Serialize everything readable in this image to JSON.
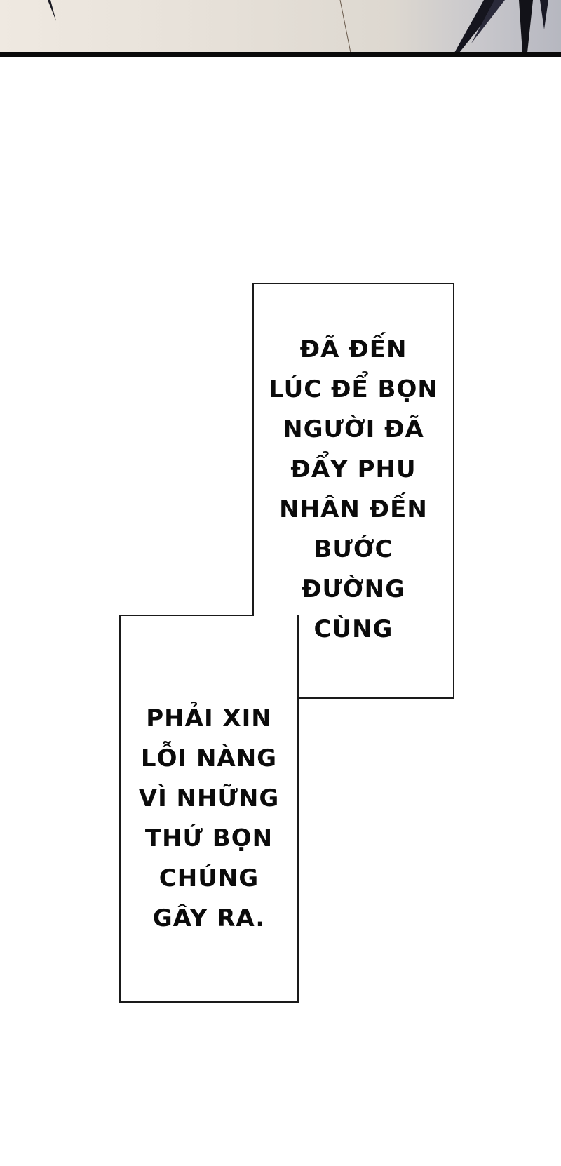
{
  "panel": {
    "description": "comic panel fragment with beige-grey background and dark hair strands"
  },
  "captions": {
    "first": {
      "lines": [
        "ĐÃ ĐẾN",
        "LÚC ĐỂ BỌN",
        "NGƯỜI ĐÃ",
        "ĐẨY PHU",
        "NHÂN ĐẾN",
        "BƯỚC",
        "ĐƯỜNG",
        "CÙNG"
      ],
      "text": "ĐÃ ĐẾN\nLÚC ĐỂ BỌN\nNGƯỜI ĐÃ\nĐẨY PHU\nNHÂN ĐẾN\nBƯỚC\nĐƯỜNG\nCÙNG"
    },
    "second": {
      "lines": [
        "PHẢI XIN",
        "LỖI NÀNG",
        "VÌ NHỮNG",
        "THỨ BỌN",
        "CHÚNG",
        "GÂY RA."
      ],
      "text": "PHẢI XIN\nLỖI NÀNG\nVÌ NHỮNG\nTHỨ BỌN\nCHÚNG\nGÂY RA."
    }
  },
  "colors": {
    "background": "#ffffff",
    "ink": "#0b0b0b",
    "panel_border": "#0a0a0a"
  }
}
